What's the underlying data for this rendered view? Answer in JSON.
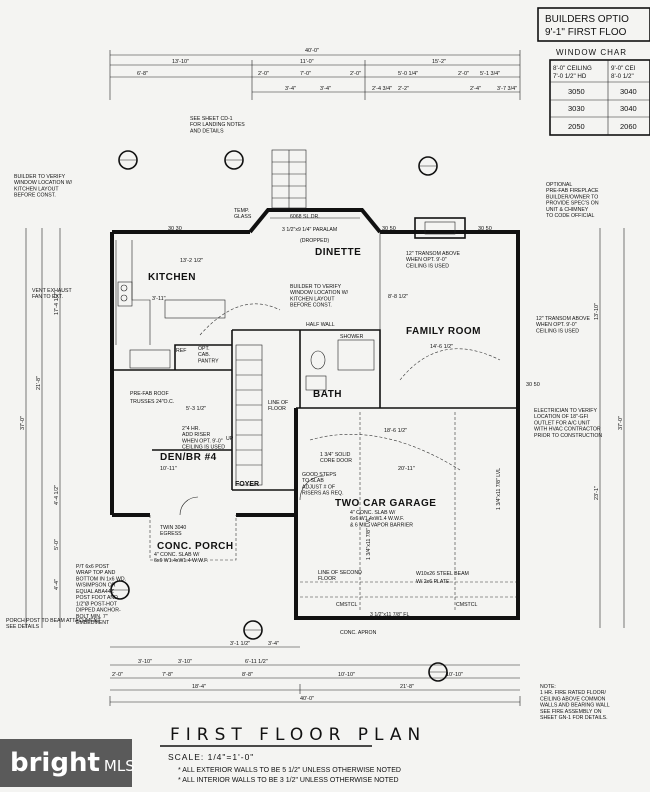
{
  "title": {
    "heading": "FIRST FLOOR PLAN",
    "scale": "SCALE: 1/4\"=1'-0\"",
    "note_1": "* ALL EXTERIOR WALLS TO BE 5 1/2\" UNLESS OTHERWISE NOTED",
    "note_2": "* ALL INTERIOR WALLS TO BE 3 1/2\" UNLESS OTHERWISE NOTED"
  },
  "options_box": {
    "line_1": "BUILDERS OPTIO",
    "line_2": "9'-1\" FIRST FLOO"
  },
  "window_chart": {
    "title": "WINDOW CHAR",
    "header_1a": "8'-0\" CEILING",
    "header_1b": "7'-0 1/2\" HD",
    "header_2a": "9'-0\" CEI",
    "header_2b": "8'-0 1/2\"",
    "rows": [
      {
        "a": "3050",
        "b": "3040"
      },
      {
        "a": "3030",
        "b": "3040"
      },
      {
        "a": "2050",
        "b": "2060"
      }
    ]
  },
  "rooms": {
    "kitchen": "KITCHEN",
    "dinette": "DINETTE",
    "family": "FAMILY ROOM",
    "bath": "BATH",
    "den": "DEN/BR #4",
    "foyer": "FOYER",
    "porch": "CONC. PORCH",
    "garage": "TWO CAR GARAGE"
  },
  "dims_top": {
    "overall": "40'-0\"",
    "d1": "13'-10\"",
    "d2": "11'-0\"",
    "d3": "15'-2\"",
    "s1": "6'-8\"",
    "s2": "2'-0\"",
    "s3": "7'-0\"",
    "s4": "2'-0\"",
    "s5": "5'-0 1/4\"",
    "s6": "5'-1 3/4\"",
    "s7": "2'-0\"",
    "t1": "3'-4\"",
    "t2": "3'-4\"",
    "t3": "2'-4 3/4\"",
    "t4": "2'-2\"",
    "t5": "2'-4\"",
    "t6": "3'-7 3/4\""
  },
  "dims_bottom": {
    "overall": "40'-0\"",
    "d1": "18'-4\"",
    "d2": "21'-8\"",
    "b1": "2'-0\"",
    "b2": "7'-8\"",
    "b3": "8'-8\"",
    "b4": "10'-10\"",
    "b5": "10'-10\"",
    "c1": "3'-10\"",
    "c2": "3'-10\"",
    "c3": "6'-11 1/2\"",
    "c4": "3'-1 1/2\"",
    "c5": "3'-4\""
  },
  "dims_left": {
    "overall": "37'-0\"",
    "l1": "21'-8\"",
    "l2": "17'-4 1/2\"",
    "l3": "4'-4 1/2\"",
    "l4": "5'-0\"",
    "l5": "4'-4\""
  },
  "dims_right": {
    "overall": "37'-0\"",
    "r1": "13'-10\"",
    "r2": "23'-1\""
  },
  "notes": {
    "builder_kitchen": "BUILDER TO VERIFY\nWINDOW LOCATION W/\nKITCHEN LAYOUT\nBEFORE CONST.",
    "sheet_cd": "SEE SHEET CD-1\nFOR LANDING NOTES\nAND DETAILS",
    "fireplace": "OPTIONAL\nPRE-FAB FIREPLACE\nBUILDER/OWNER TO\nPROVIDE SPEC'S ON\nUNIT & CHIMNEY\nTO CODE OFFICIAL",
    "vent": "VENT EXHAUST\nFAN TO EXT.",
    "builder_dinette": "BUILDER TO VERIFY\nWINDOW LOCATION W/\nKITCHEN LAYOUT\nBEFORE CONST.",
    "transom_1": "12\" TRANSOM ABOVE\nWHEN OPT. 9'-0\"\nCEILING IS USED",
    "transom_2": "12\" TRANSOM ABOVE\nWHEN OPT. 9'-0\"\nCEILING IS USED",
    "electrician": "ELECTRICIAN TO VERIFY\nLOCATION OF 18\"-GFI\nOUTLET FOR A/C UNIT\nWITH HVAC CONTRACTOR\nPRIOR TO CONSTRUCTION",
    "porch_post": "P/T 6x6 POST\nWRAP TOP AND\nBOTTOM IN 1x6 WD.\nW/SIMPSON OR\nEQUAL ABA44Z\nPOST FOOT AND\n1/2\"Ø POST-HOT\nDIPPED ANCHOR-\nBOLT MIN. 7\"\nEMBEDMENT",
    "porch_roof": "PRE-FAB ROOF\nTRUSSES 24\"O.C.",
    "porch_attach": "PORCH POST TO BEAM ATTACHMENT\nSEE DETAILS",
    "garage_slab": "4\" CONC. SLAB W/\n6x6 W1.4xW1.4 W.W.F.\n& 6 MIL. VAPOR BARRIER",
    "garage_steps": "GOOD STEPS\nTO SLAB\nADJUST # OF\nRISERS AS REQ.",
    "solid_core": "1 3/4\" SOLID\nCORE DOOR",
    "steel_beam": "W10x26 STEEL BEAM\nW/ 2x6 PLATE",
    "porch_slab": "4\" CONC. SLAB W/\n6x6 W1.4xW1.4 W.W.F.",
    "egress": "TWIN 3040\nEGRESS",
    "apron": "CONC. APRON",
    "fire_note": "NOTE:\n1 HR. FIRE RATED FLOOR/\nCEILING ABOVE COMMON\nWALLS AND BEARING WALL\nSEE FIRE ASSEMBLY ON\nSHEET GN-1 FOR DETAILS.",
    "slider": "6068 SL.DR.",
    "dropped": "(DROPPED)",
    "paralam": "3 1/2\"x9 1/4\" PARALAM",
    "half_wall": "HALF WALL",
    "shower": "SHOWER",
    "temp_glass": "TEMP.\nGLASS",
    "cmstcl_1": "CMSTCL",
    "cmstcl_2": "CMSTCL",
    "fl_beam": "3 1/2\"x11 7/8\" FL",
    "line_second": "LINE OF SECOND\nFLOOR",
    "line_floor": "LINE OF\nFLOOR",
    "joist_1": "1 3/4\"x11 7/8\" LVL",
    "joist_2": "1 3/4\"x11 7/8\" LVL",
    "up_label": "UP",
    "hr_label": "2\"4 HR.\nADD RISER\nWHEN OPT. 9'-0\"\nCEILING IS USED",
    "dim_3050": "30 30",
    "dim_3050b": "30 50",
    "dim_3050c": "30 50",
    "dim_3050d": "30 50",
    "pantry": "OPT.\nCAB.\nPANTRY",
    "ref": "REF",
    "den_w": "10'-11\"",
    "den_d": "5'-3 1/2\"",
    "garage_w": "20'-11\"",
    "garage_d": "18'-6 1/2\"",
    "family_w": "14'-6 1/2\"",
    "family_d": "8'-8 1/2\"",
    "kitchen_d": "13'-2 1/2\"",
    "kitchen_h": "3'-11\""
  },
  "watermark": {
    "brand": "bright",
    "suffix": "MLS"
  }
}
